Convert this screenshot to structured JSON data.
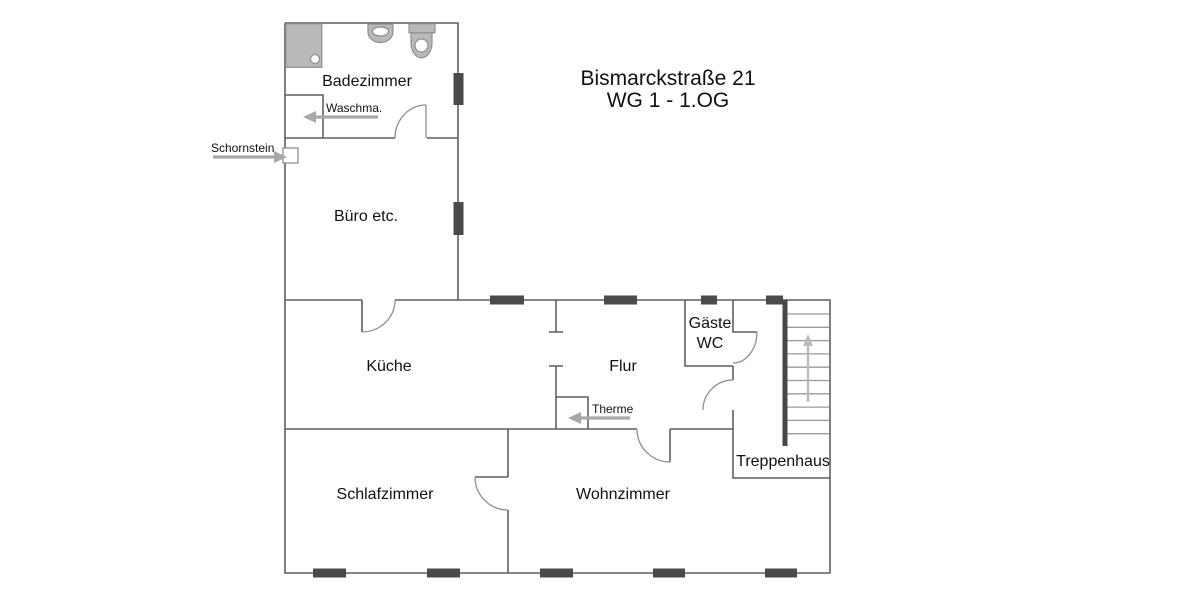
{
  "title": {
    "line1": "Bismarckstraße 21",
    "line2": "WG 1 - 1.OG"
  },
  "rooms": {
    "badezimmer": "Badezimmer",
    "buero": "Büro etc.",
    "kueche": "Küche",
    "flur": "Flur",
    "gaeste_wc_line1": "Gäste",
    "gaeste_wc_line2": "WC",
    "schlafzimmer": "Schlafzimmer",
    "wohnzimmer": "Wohnzimmer",
    "treppenhaus": "Treppenhaus"
  },
  "annotations": {
    "waschmaschine": "Waschma.",
    "schornstein": "Schornstein",
    "therme": "Therme"
  },
  "icons": {
    "shower": "shower-tray-icon",
    "sink": "sink-icon",
    "toilet": "toilet-icon",
    "stairs": "stairs-icon",
    "stair_direction": "up-arrow-icon",
    "waschmaschine_arrow": "left-arrow-icon",
    "schornstein_arrow": "right-arrow-icon",
    "therme_arrow": "left-arrow-icon"
  },
  "colors": {
    "background": "#ffffff",
    "wall": "#5f5f5f",
    "window_fill": "#4a4a4a",
    "fixture_fill": "#b9b9b9",
    "fixture_stroke": "#8f8f8f",
    "stair_wall": "#474747",
    "stair_tread": "#9a9a9a",
    "stair_arrow": "#bbbbbb",
    "annotation_arrow": "#a8a8a8",
    "text": "#111111"
  }
}
